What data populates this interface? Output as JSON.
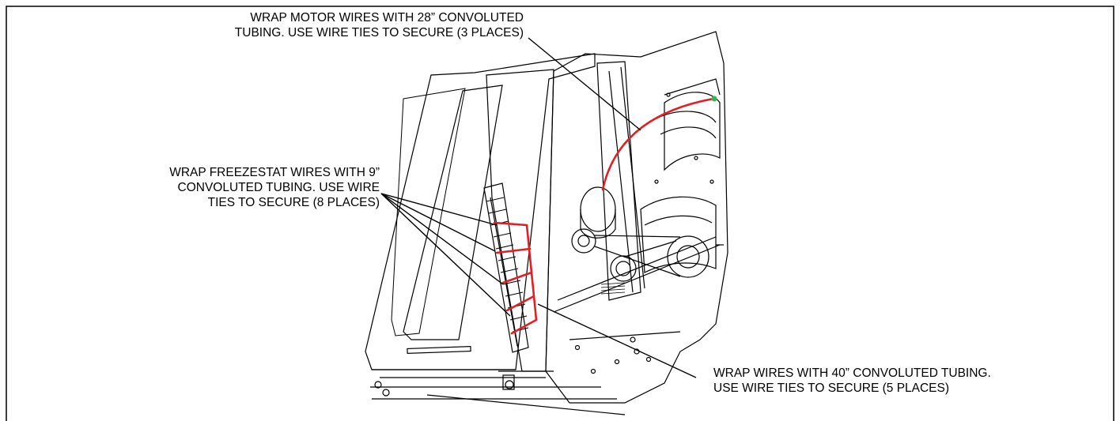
{
  "callouts": {
    "motor": {
      "line1": "WRAP MOTOR WIRES WITH 28” CONVOLUTED",
      "line2": "TUBING. USE WIRE TIES TO SECURE (3 PLACES)"
    },
    "freezestat": {
      "line1": "WRAP FREEZESTAT WIRES WITH 9”",
      "line2": "CONVOLUTED TUBING. USE WIRE",
      "line3": "TIES TO SECURE (8 PLACES)"
    },
    "wires": {
      "line1": "WRAP WIRES WITH 40” CONVOLUTED TUBING.",
      "line2": "USE WIRE TIES TO SECURE (5 PLACES)"
    }
  },
  "colors": {
    "linework": "#000000",
    "wire_routing": "#e31e24",
    "terminal_marker": "#39b54a"
  }
}
